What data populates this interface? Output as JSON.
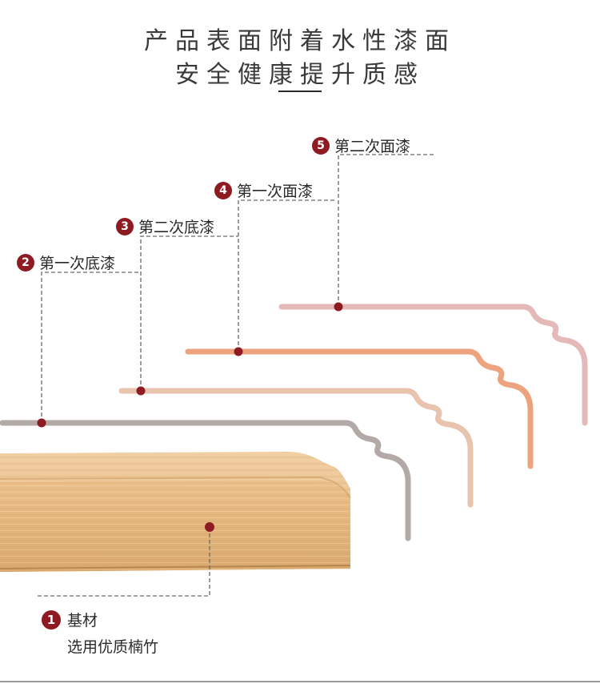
{
  "title": {
    "line1": "产品表面附着水性漆面",
    "line2": "安全健康提升质感"
  },
  "layers": [
    {
      "number": "5",
      "label": "第二次面漆",
      "color": "#e4b9b8"
    },
    {
      "number": "4",
      "label": "第一次面漆",
      "color": "#eda47e"
    },
    {
      "number": "3",
      "label": "第二次底漆",
      "color": "#e8c3ad"
    },
    {
      "number": "2",
      "label": "第一次底漆",
      "color": "#b3aaa7"
    }
  ],
  "substrate": {
    "number": "1",
    "label": "基材",
    "desc": "选用优质楠竹"
  },
  "colors": {
    "badge": "#8e1a22",
    "dashed_line": "#6a6a6a",
    "bamboo": "#e2b985"
  }
}
